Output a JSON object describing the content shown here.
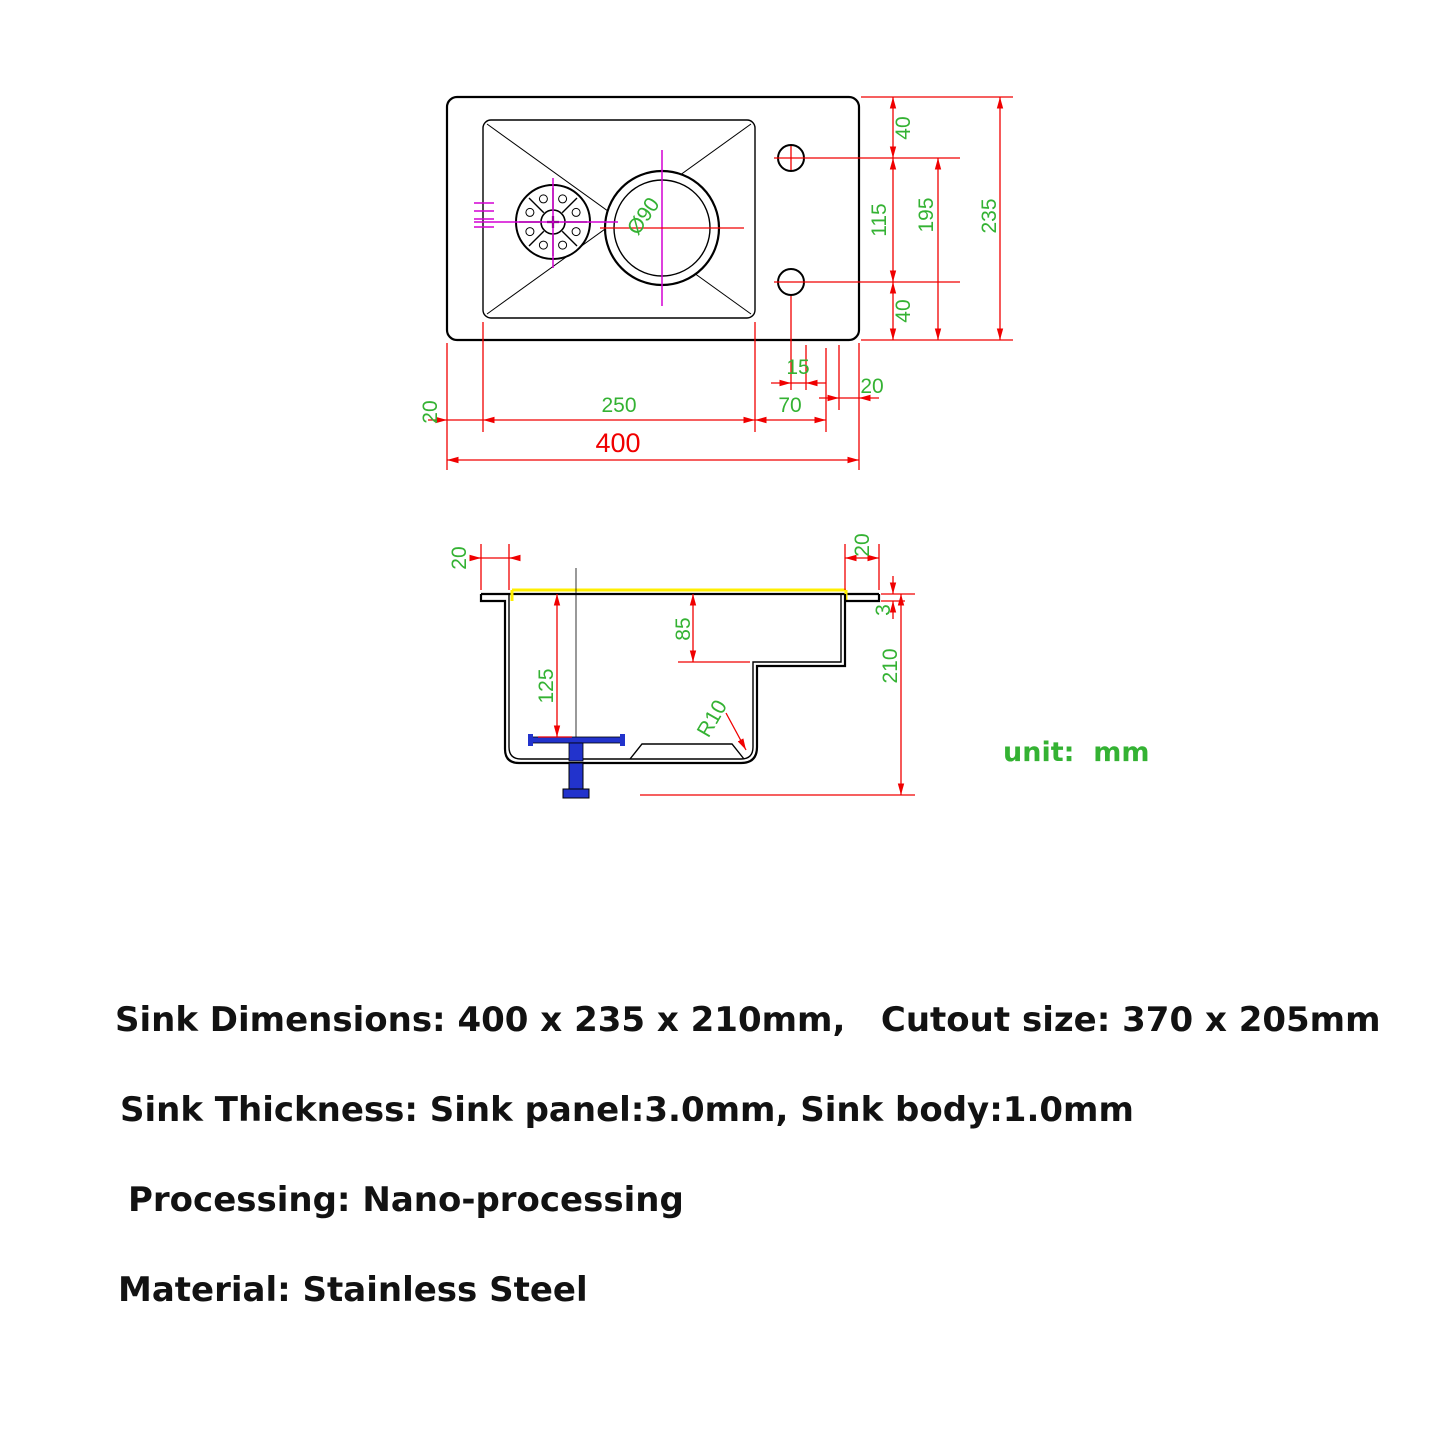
{
  "unit_note": "unit:  mm",
  "colors": {
    "outline": "#000000",
    "dimension_line": "#f00000",
    "dimension_text": "#34b233",
    "centerline": "#d400d4",
    "rim_highlight": "#ffef00",
    "drain_fitting": "#2233cc",
    "overall_width_text": "#f00000",
    "spec_text": "#121212",
    "background": "#ffffff"
  },
  "top_view": {
    "drain_diameter": "Ø90",
    "dim_top_edge_to_hole": "40",
    "dim_between_holes": "115",
    "dim_hole_to_bottom_edge": "40",
    "dim_holes_span": "195",
    "dim_overall_height": "235",
    "dim_hole_offset": "15",
    "dim_left_margin": "20",
    "dim_bowl_width": "250",
    "dim_bowl_to_edge": "70",
    "dim_right_margin": "20",
    "dim_overall_width": "400"
  },
  "section_view": {
    "dim_left_flange": "20",
    "dim_right_flange": "20",
    "dim_step_depth": "85",
    "dim_panel_thickness": "3",
    "dim_front_depth": "125",
    "dim_overall_depth": "210",
    "dim_corner_radius": "R10"
  },
  "specs": [
    "Sink Dimensions: 400 x 235 x 210mm,   Cutout size: 370 x 205mm",
    "Sink Thickness: Sink panel:3.0mm, Sink body:1.0mm",
    "Processing: Nano-processing",
    "Material: Stainless Steel"
  ]
}
